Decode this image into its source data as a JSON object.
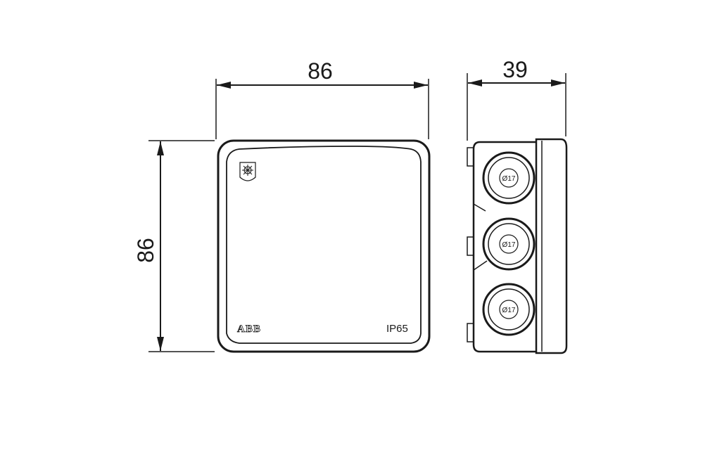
{
  "dimensions": {
    "front_width": "86",
    "front_height": "86",
    "side_depth": "39"
  },
  "front_view": {
    "brand_logo_text": "ABB",
    "protection_rating": "IP65"
  },
  "side_view": {
    "glands": [
      {
        "label": "Ø17"
      },
      {
        "label": "Ø17"
      },
      {
        "label": "Ø17"
      }
    ]
  },
  "colors": {
    "line": "#1a1a1a",
    "background": "#ffffff"
  },
  "icons": [
    "shield-logo-icon"
  ]
}
